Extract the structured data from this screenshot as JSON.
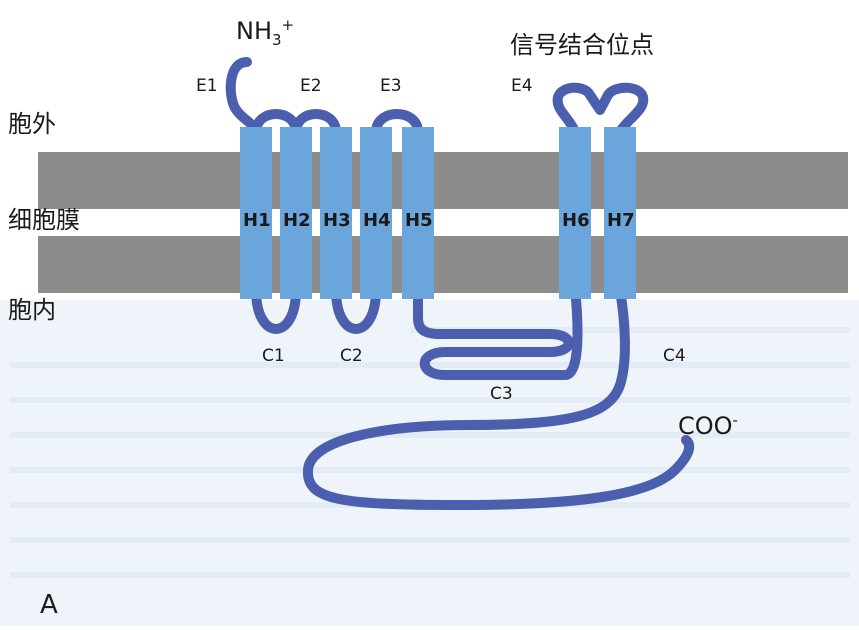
{
  "regions": {
    "outside": "胞外",
    "membrane": "细胞膜",
    "inside": "胞内"
  },
  "n_terminus": {
    "base": "NH",
    "sub": "3",
    "sup": "+"
  },
  "c_terminus": {
    "base": "COO",
    "sup": "-"
  },
  "signal_site": "信号结合位点",
  "extracellular_loops": [
    "E1",
    "E2",
    "E3",
    "E4"
  ],
  "intracellular_loops": [
    "C1",
    "C2",
    "C3",
    "C4"
  ],
  "helices": [
    "H1",
    "H2",
    "H3",
    "H4",
    "H5",
    "H6",
    "H7"
  ],
  "panel_label": "A",
  "colors": {
    "membrane": "#8c8c8c",
    "helix": "#6aa6dc",
    "chain": "#4b5fae",
    "faint_background": "#e9f1f7"
  }
}
